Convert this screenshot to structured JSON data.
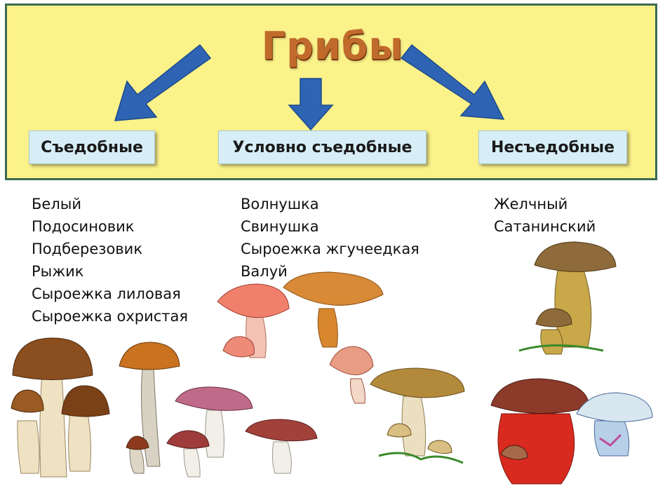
{
  "title": "Грибы",
  "categories": {
    "edible": "Съедобные",
    "conditional": "Условно съедобные",
    "inedible": "Несъедобные"
  },
  "lists": {
    "edible": [
      "Белый",
      "Подосиновик",
      "Подберезовик",
      "Рыжик",
      "Сыроежка лиловая",
      "Сыроежка охристая"
    ],
    "conditional": [
      "Волнушка",
      "Свинушка",
      "Сыроежка жгучеедкая",
      "Валуй"
    ],
    "inedible": [
      "Желчный",
      "Сатанинский"
    ]
  },
  "colors": {
    "panel": "#fbf28a",
    "arrow": "#2f64b4",
    "title": "#c06a2c",
    "box": "#d7eef7"
  }
}
